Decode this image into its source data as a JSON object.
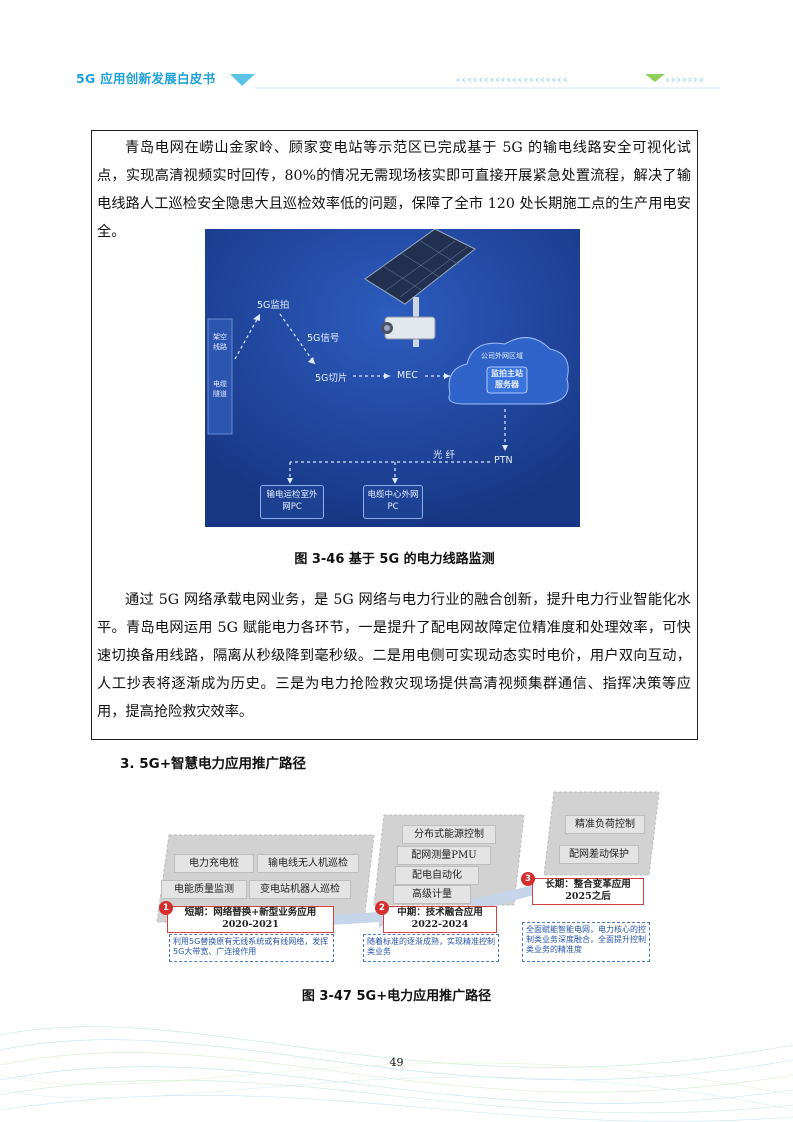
{
  "header": {
    "title": "5G 应用创新发展白皮书"
  },
  "box": {
    "para1": "青岛电网在崂山金家岭、顾家变电站等示范区已完成基于 5G 的输电线路安全可视化试点，实现高清视频实时回传，80%的情况无需现场核实即可直接开展紧急处置流程，解决了输电线路人工巡检安全隐患大且巡检效率低的问题，保障了全市 120 处长期施工点的生产用电安全。",
    "figure1": {
      "caption": "图 3-46  基于 5G 的电力线路监测",
      "labels": {
        "left_top": "架空线路",
        "left_bottom": "电缆隧道",
        "monitor": "5G监拍",
        "signal": "5G信号",
        "slice": "5G切片",
        "mec": "MEC",
        "cloud_region": "公司外网区域",
        "server": "监拍主站服务器",
        "fiber": "光 纤",
        "ptn": "PTN",
        "pc1": "输电运检室外网PC",
        "pc2": "电缆中心外网PC"
      }
    },
    "para2": "通过 5G 网络承载电网业务，是 5G 网络与电力行业的融合创新，提升电力行业智能化水平。青岛电网运用 5G 赋能电力各环节，一是提升了配电网故障定位精准度和处理效率，可快速切换备用线路，隔离从秒级降到毫秒级。二是用电侧可实现动态实时电价，用户双向互动，人工抄表将逐渐成为历史。三是为电力抢险救灾现场提供高清视频集群通信、指挥决策等应用，提高抢险救灾效率。"
  },
  "section": {
    "title": "3. 5G+智慧电力应用推广路径"
  },
  "figure2": {
    "caption": "图 3-47 5G+电力应用推广路径",
    "stage1": {
      "num": "1",
      "tags": [
        "电力充电桩",
        "输电线无人机巡检",
        "电能质量监测",
        "变电站机器人巡检"
      ],
      "label": "短期：网络替换+新型业务应用",
      "years": "2020-2021",
      "note": "利用5G替换原有无线系统或有线网络，发挥5G大带宽、广连接作用"
    },
    "stage2": {
      "num": "2",
      "tags": [
        "分布式能源控制",
        "配网测量PMU",
        "配电自动化",
        "高级计量"
      ],
      "label": "中期：技术融合应用",
      "years": "2022-2024",
      "note": "随着标准的逐渐成熟，实现精准控制类业务"
    },
    "stage3": {
      "num": "3",
      "tags": [
        "精准负荷控制",
        "配网差动保护"
      ],
      "label": "长期：整合变革应用",
      "years": "2025之后",
      "note": "全面赋能智能电网，电力核心的控制类业务深度融合，全面提升控制类业务的精准度"
    }
  },
  "page": {
    "number": "49"
  },
  "colors": {
    "header_blue": "#1ea0d8",
    "diagram_bg": "#1a3f93",
    "stage_red": "#d32f2f"
  }
}
